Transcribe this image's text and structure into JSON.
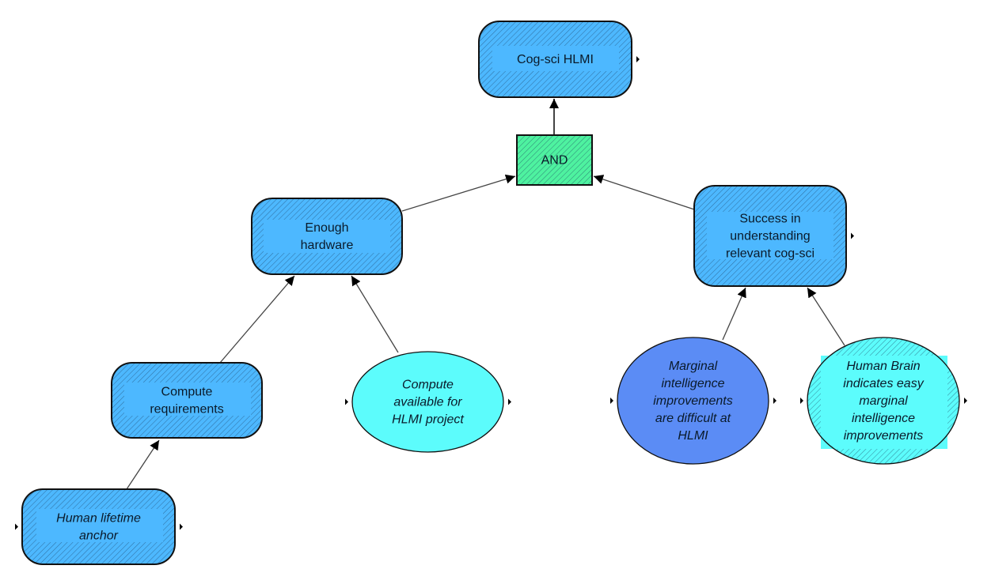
{
  "diagram": {
    "colors": {
      "node_blue": "#4db8ff",
      "node_cyan": "#5cfcfc",
      "node_royal": "#5b8cf5",
      "gate_green": "#4ef2a0",
      "stroke": "#111111",
      "edge": "#444444"
    },
    "nodes": [
      {
        "id": "cogsci-hlmi",
        "shape": "rounded-rect",
        "fill": "node_blue",
        "hatched": true,
        "italic": false,
        "lines": [
          "Cog-sci HLMI"
        ],
        "right_arrow": true,
        "left_arrow": false
      },
      {
        "id": "and-gate",
        "shape": "rect",
        "fill": "gate_green",
        "hatched": true,
        "italic": false,
        "lines": [
          "AND"
        ],
        "right_arrow": false,
        "left_arrow": false
      },
      {
        "id": "enough-hardware",
        "shape": "rounded-rect",
        "fill": "node_blue",
        "hatched": true,
        "italic": false,
        "lines": [
          "Enough",
          "hardware"
        ],
        "right_arrow": false,
        "left_arrow": false
      },
      {
        "id": "success-cogsci",
        "shape": "rounded-rect",
        "fill": "node_blue",
        "hatched": true,
        "italic": false,
        "lines": [
          "Success in",
          "understanding",
          "relevant cog-sci"
        ],
        "right_arrow": true,
        "left_arrow": false
      },
      {
        "id": "compute-requirements",
        "shape": "rounded-rect",
        "fill": "node_blue",
        "hatched": true,
        "italic": false,
        "lines": [
          "Compute",
          "requirements"
        ],
        "right_arrow": false,
        "left_arrow": false
      },
      {
        "id": "compute-available",
        "shape": "ellipse",
        "fill": "node_cyan",
        "hatched": false,
        "italic": true,
        "lines": [
          "Compute",
          "available for",
          "HLMI project"
        ],
        "right_arrow": true,
        "left_arrow": true
      },
      {
        "id": "marginal-difficult",
        "shape": "ellipse",
        "fill": "node_royal",
        "hatched": false,
        "italic": true,
        "lines": [
          "Marginal",
          "intelligence",
          "improvements",
          "are difficult at",
          "HLMI"
        ],
        "right_arrow": true,
        "left_arrow": true
      },
      {
        "id": "human-brain-easy",
        "shape": "ellipse",
        "fill": "node_cyan",
        "hatched": true,
        "italic": true,
        "lines": [
          "Human Brain",
          "indicates easy",
          "marginal",
          "intelligence",
          "improvements"
        ],
        "right_arrow": true,
        "left_arrow": true
      },
      {
        "id": "human-lifetime-anchor",
        "shape": "rounded-rect",
        "fill": "node_blue",
        "hatched": true,
        "italic": true,
        "lines": [
          "Human lifetime",
          "anchor"
        ],
        "right_arrow": true,
        "left_arrow": true
      }
    ],
    "edges": [
      {
        "from": "and-gate",
        "to": "cogsci-hlmi"
      },
      {
        "from": "enough-hardware",
        "to": "and-gate"
      },
      {
        "from": "success-cogsci",
        "to": "and-gate"
      },
      {
        "from": "compute-requirements",
        "to": "enough-hardware"
      },
      {
        "from": "compute-available",
        "to": "enough-hardware"
      },
      {
        "from": "human-lifetime-anchor",
        "to": "compute-requirements"
      },
      {
        "from": "marginal-difficult",
        "to": "success-cogsci"
      },
      {
        "from": "human-brain-easy",
        "to": "success-cogsci"
      }
    ]
  }
}
